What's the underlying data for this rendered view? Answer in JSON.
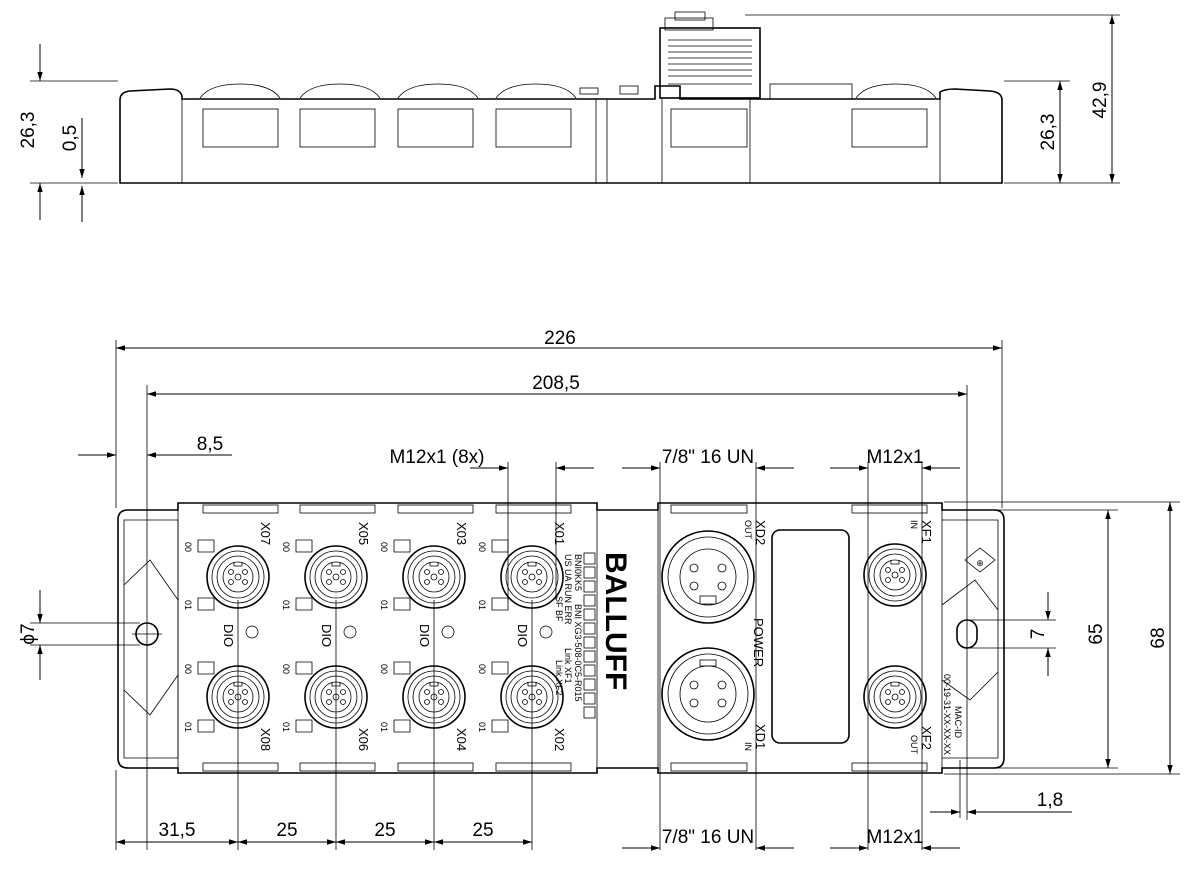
{
  "side_view": {
    "dims": {
      "left_height": "26,3",
      "offset": "0,5",
      "right_height": "26,3",
      "total_height": "42,9"
    }
  },
  "top_view": {
    "dims": {
      "overall_length": "226",
      "hole_spacing": "208,5",
      "hole_offset": "8,5",
      "m12_pitch_label": "M12x1 (8x)",
      "power_connector_top": "7/8\" 16 UN",
      "power_connector_bottom": "7/8\" 16 UN",
      "fieldbus_connector_top": "M12x1",
      "fieldbus_connector_bottom": "M12x1",
      "hole_diameter": "ϕ7",
      "hole_size_right": "7",
      "width_inner": "65",
      "width_outer": "68",
      "edge_offset": "1,8",
      "spacing_first": "31,5",
      "spacing_1": "25",
      "spacing_2": "25",
      "spacing_3": "25"
    },
    "ports_top": [
      "X07",
      "X05",
      "X03",
      "X01"
    ],
    "ports_bottom": [
      "X08",
      "X06",
      "X04",
      "X02"
    ],
    "pin_top": "00",
    "pin_bottom": "01",
    "port_mode": "DIO",
    "power_ports": {
      "out": "XD2",
      "out_dir": "OUT",
      "in": "XD1",
      "in_dir": "IN",
      "label": "POWER"
    },
    "fieldbus_ports": {
      "in": "XF1",
      "in_dir": "IN",
      "out": "XF2",
      "out_dir": "OUT"
    },
    "brand": "BALLUFF",
    "model": "BNI XG3-508-0C5-R015",
    "part": "BNI0KK5",
    "led_labels_1": "US UA RUN ERR",
    "led_labels_2": "SF BF",
    "mac_label": "MAC-ID",
    "mac_value": "00-19-31-XX-XX-XX",
    "led_small_1": "Link XF1",
    "led_small_2": "Link XF2"
  }
}
